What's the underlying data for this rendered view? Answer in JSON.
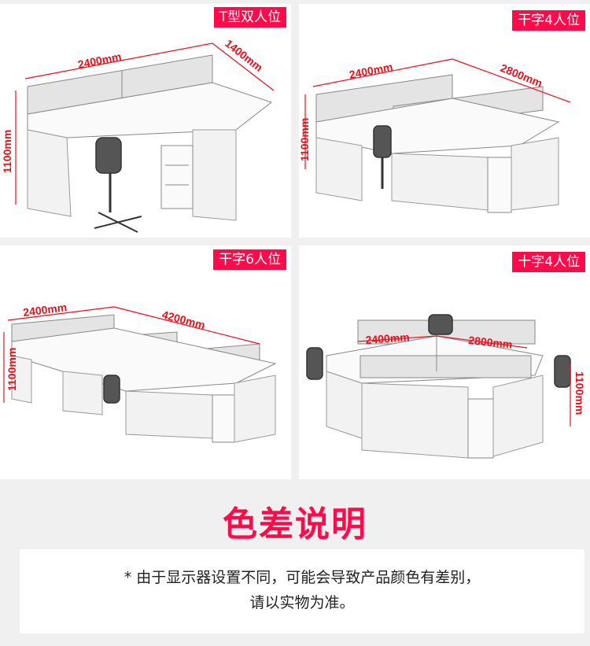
{
  "panels": [
    {
      "label": "T型双人位",
      "dims": {
        "width": "2400mm",
        "depth": "1400mm",
        "height": "1100mm"
      }
    },
    {
      "label": "干字4人位",
      "dims": {
        "width": "2400mm",
        "depth": "2800mm",
        "height": "1100mm"
      }
    },
    {
      "label": "干字6人位",
      "dims": {
        "width": "2400mm",
        "depth": "4200mm",
        "height": "1100mm"
      }
    },
    {
      "label": "十字4人位",
      "dims": {
        "width": "2400mm",
        "depth": "2800mm",
        "height": "1100mm"
      }
    }
  ],
  "note": {
    "title": "色差说明",
    "line1": "*  由于显示器设置不同，可能会导致产品颜色有差别，",
    "line2": "请以实物为准。"
  },
  "colors": {
    "accent": "#ff0a4a",
    "dimension": "#e8101c",
    "background": "#f0f0f0"
  }
}
